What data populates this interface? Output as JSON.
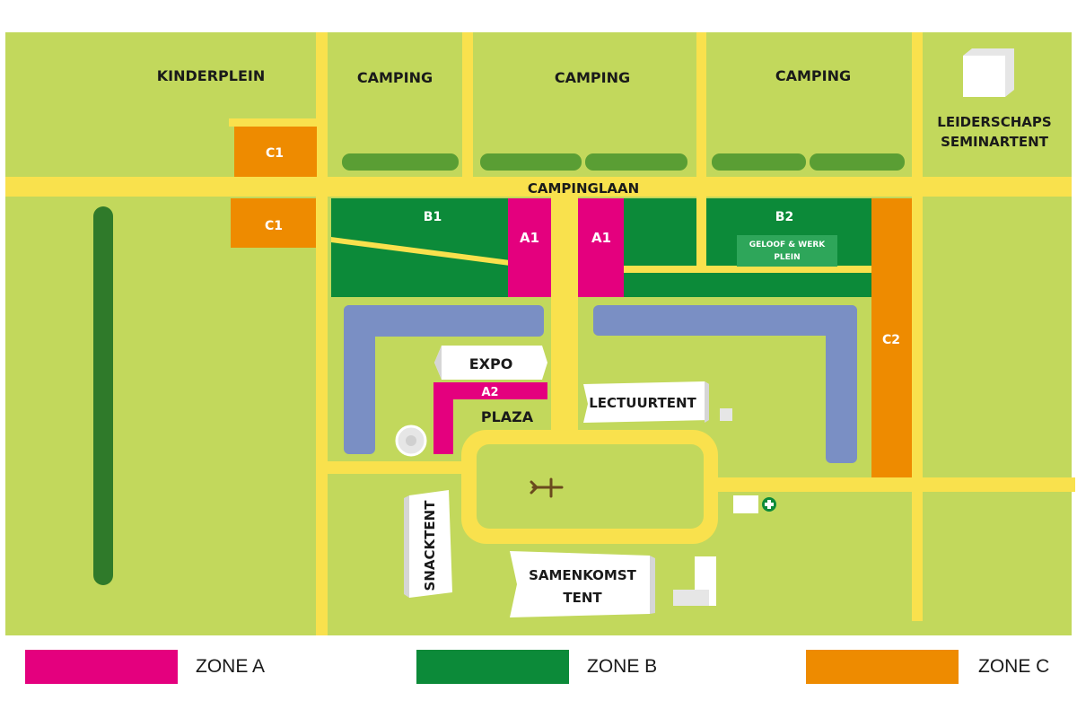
{
  "colors": {
    "grass": "#c2d85c",
    "road": "#f9e14d",
    "zone_a": "#e4007e",
    "zone_b": "#0c8a39",
    "zone_b_light": "#2ea65a",
    "zone_c": "#ee8b00",
    "building_path": "#7a8fc4",
    "tent": "#eeeeee"
  },
  "areas": {
    "kinderplein": "KINDERPLEIN",
    "camping_1": "CAMPING",
    "camping_2": "CAMPING",
    "camping_3": "CAMPING",
    "leiderschaps_line1": "LEIDERSCHAPS",
    "leiderschaps_line2": "SEMINARTENT",
    "campinglaan": "CAMPINGLAAN"
  },
  "zones": {
    "c1_top": "C1",
    "c1_bottom": "C1",
    "b1": "B1",
    "a1_left": "A1",
    "a1_right": "A1",
    "b2": "B2",
    "geloof_line1": "GELOOF & WERK",
    "geloof_line2": "PLEIN",
    "c2": "C2",
    "a2": "A2"
  },
  "buildings": {
    "expo": "EXPO",
    "plaza": "PLAZA",
    "lectuurtent": "LECTUURTENT",
    "snacktent": "SNACKTENT",
    "samenkomst_line1": "SAMENKOMST",
    "samenkomst_line2": "TENT"
  },
  "legend": {
    "zone_a": "ZONE A",
    "zone_b": "ZONE B",
    "zone_c": "ZONE C"
  },
  "icons": [
    "hedge-icon",
    "cube-icon",
    "airplane-icon",
    "first-aid-icon",
    "circular-tent-icon"
  ]
}
